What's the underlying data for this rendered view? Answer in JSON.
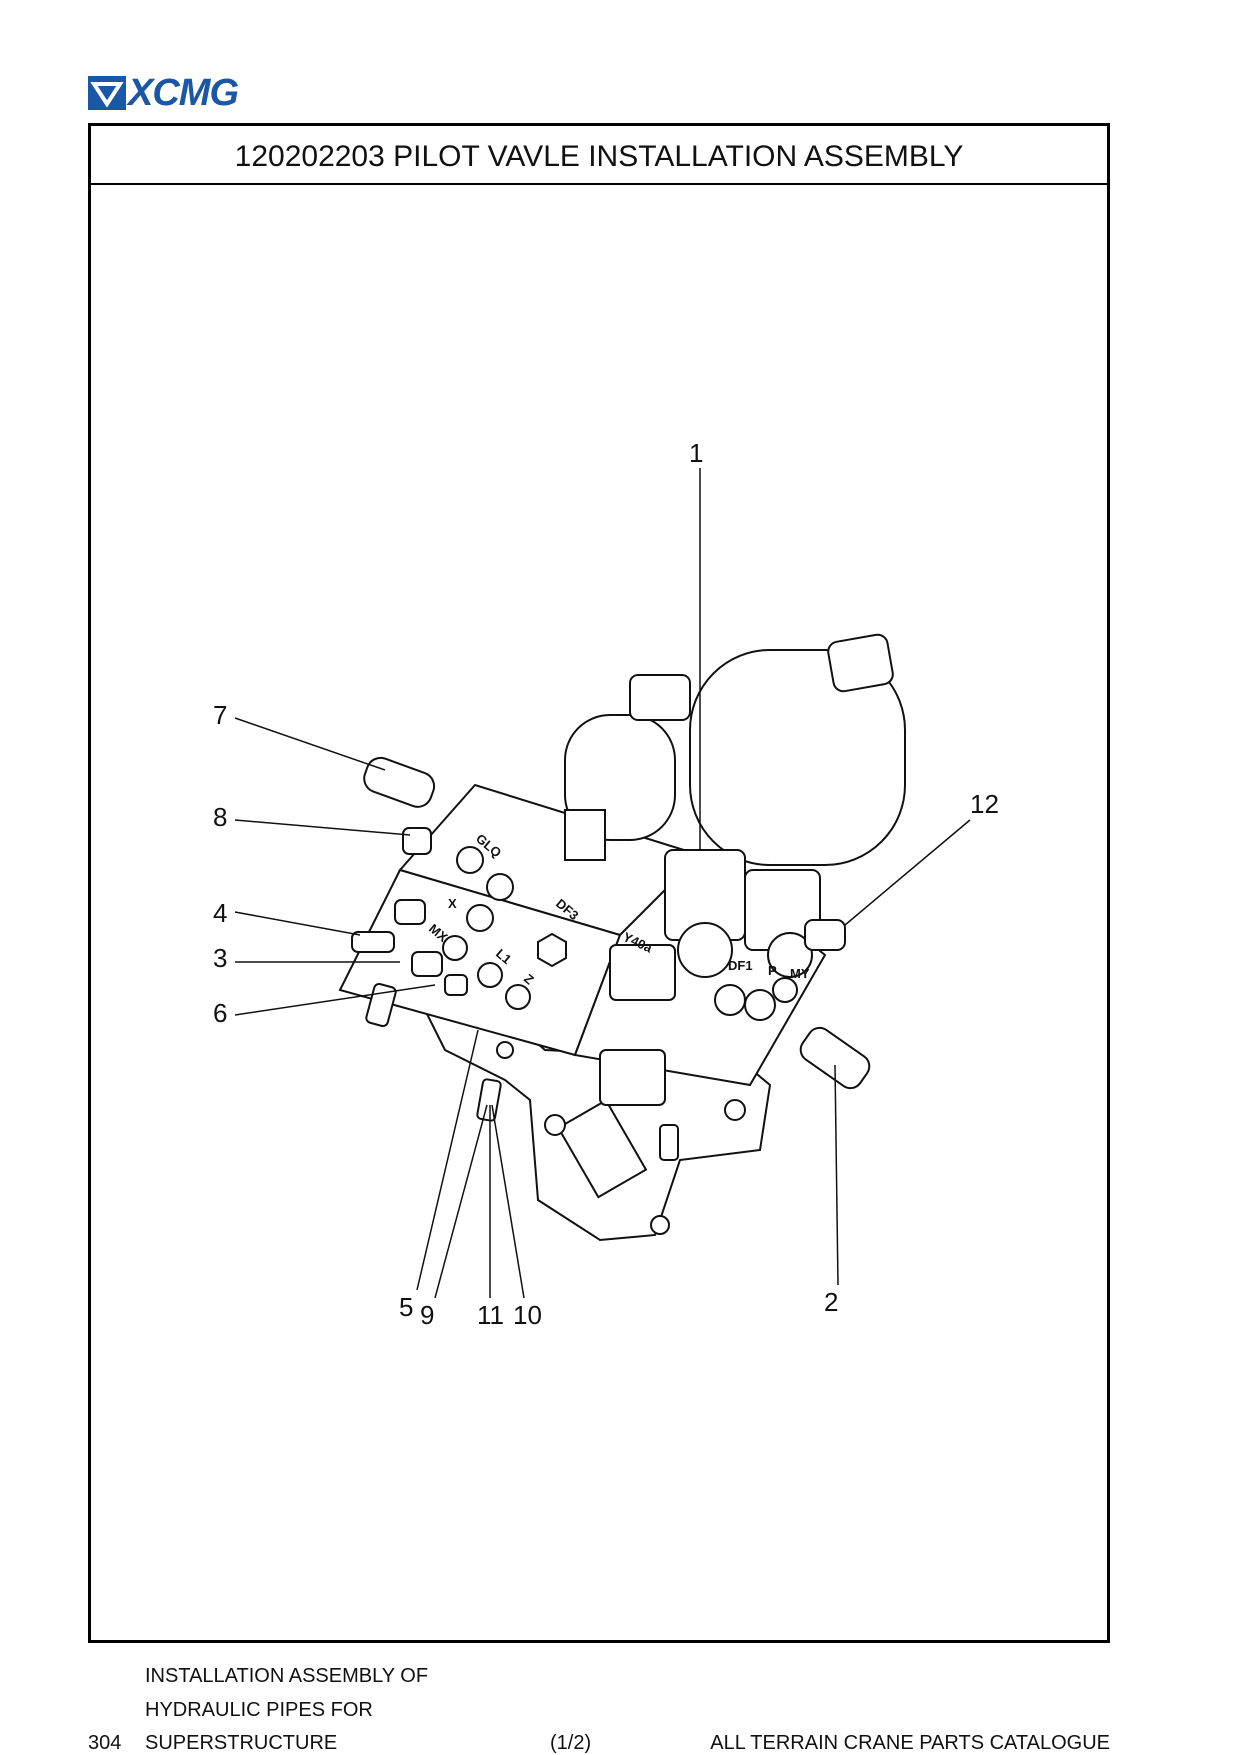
{
  "header": {
    "brand": "XCMG"
  },
  "title": "120202203 PILOT VAVLE INSTALLATION ASSEMBLY",
  "callouts": {
    "c1": "1",
    "c2": "2",
    "c3": "3",
    "c4": "4",
    "c5": "5",
    "c6": "6",
    "c7": "7",
    "c8": "8",
    "c9": "9",
    "c10": "10",
    "c11": "11",
    "c12": "12"
  },
  "ports": {
    "glq": "GLQ",
    "x": "X",
    "mx": "MX",
    "df3": "DF3",
    "l1": "L1",
    "z": "Z",
    "y40a": "Y40a",
    "df1": "DF1",
    "p": "P",
    "my": "MY"
  },
  "footer": {
    "page_number": "304",
    "section_line1": "INSTALLATION ASSEMBLY OF",
    "section_line2": "HYDRAULIC PIPES FOR",
    "section_line3": "SUPERSTRUCTURE",
    "sheet": "(1/2)",
    "catalogue": "ALL TERRAIN CRANE PARTS CATALOGUE"
  },
  "colors": {
    "brand": "#1a57a6",
    "ink": "#111111"
  }
}
